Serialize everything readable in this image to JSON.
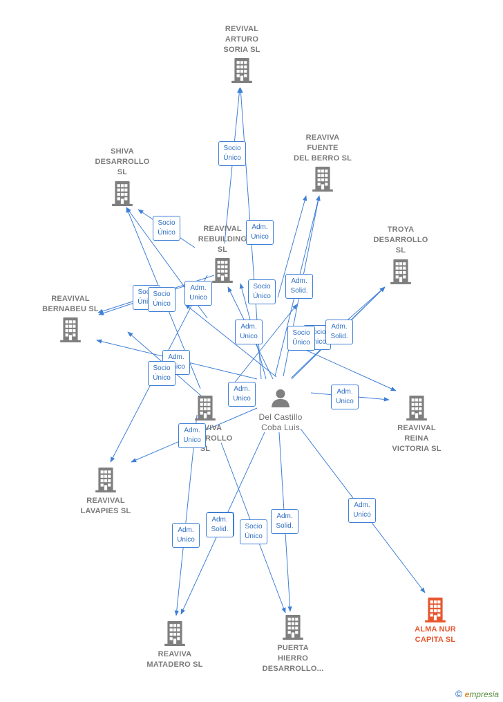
{
  "colors": {
    "edge": "#3f7fd6",
    "company": "#7f7f7f",
    "highlight": "#e8562e",
    "person": "#7f7f7f"
  },
  "nodes": [
    {
      "id": "arturo",
      "label": "REVIVAL\nARTURO\nSORIA  SL",
      "icon": "building-icon",
      "highlight": false
    },
    {
      "id": "shiva",
      "label": "SHIVA\nDESARROLLO\nSL",
      "icon": "building-icon",
      "highlight": false
    },
    {
      "id": "fuente",
      "label": "REAVIVA\nFUENTE\nDEL BERRO  SL",
      "icon": "building-icon",
      "highlight": false
    },
    {
      "id": "rebuilding",
      "label": "REAVIVAL\nREBUILDING\nSL",
      "icon": "building-icon",
      "highlight": false
    },
    {
      "id": "troya",
      "label": "TROYA\nDESARROLLO\nSL",
      "icon": "building-icon",
      "highlight": false
    },
    {
      "id": "bernabeu",
      "label": "REAVIVAL\nBERNABEU  SL",
      "icon": "building-icon",
      "highlight": false
    },
    {
      "id": "desarrollo",
      "label": "REAVIVA\nDESARROLLO\nSL",
      "icon": "building-icon",
      "highlight": false
    },
    {
      "id": "person",
      "label": "Del Castillo\nCoba Luis",
      "icon": "person-icon",
      "highlight": false
    },
    {
      "id": "reina",
      "label": "REAVIVAL\nREINA\nVICTORIA  SL",
      "icon": "building-icon",
      "highlight": false
    },
    {
      "id": "lavapies",
      "label": "REAVIVAL\nLAVAPIES  SL",
      "icon": "building-icon",
      "highlight": false
    },
    {
      "id": "alma",
      "label": "ALMA NUR\nCAPITA  SL",
      "icon": "building-icon",
      "highlight": true
    },
    {
      "id": "matadero",
      "label": "REAVIVA\nMATADERO  SL",
      "icon": "building-icon",
      "highlight": false
    },
    {
      "id": "puerta",
      "label": "PUERTA\nHIERRO\nDESARROLLO...",
      "icon": "building-icon",
      "highlight": false
    }
  ],
  "edge_labels": [
    "Socio\nÚnico",
    "Adm.\nUnico",
    "Socio\nÚnico",
    "Adm.\nSolid.",
    "Socio\nÚnico",
    "Adm.\nUnico",
    "Socio\nÚnico",
    "Socio\nÚnico",
    "Socio\nÚnico",
    "Socio\nÚnico",
    "Adm.\nSolid.",
    "Adm.\nUnico",
    "Adm.\nUnico",
    "Socio\nÚnico",
    "Adm.\nUnico",
    "Adm.\nUnico",
    "Adm.\nUnico",
    "Adm.\nUnico",
    "Adm.\nUnico",
    "Socio\nÚnico",
    "Adm.\nSolid.",
    "Socio\nÚnico",
    "Adm.\nSolid."
  ],
  "footer": {
    "copyright": "©",
    "brand_initial": "e",
    "brand_rest": "mpresia"
  }
}
